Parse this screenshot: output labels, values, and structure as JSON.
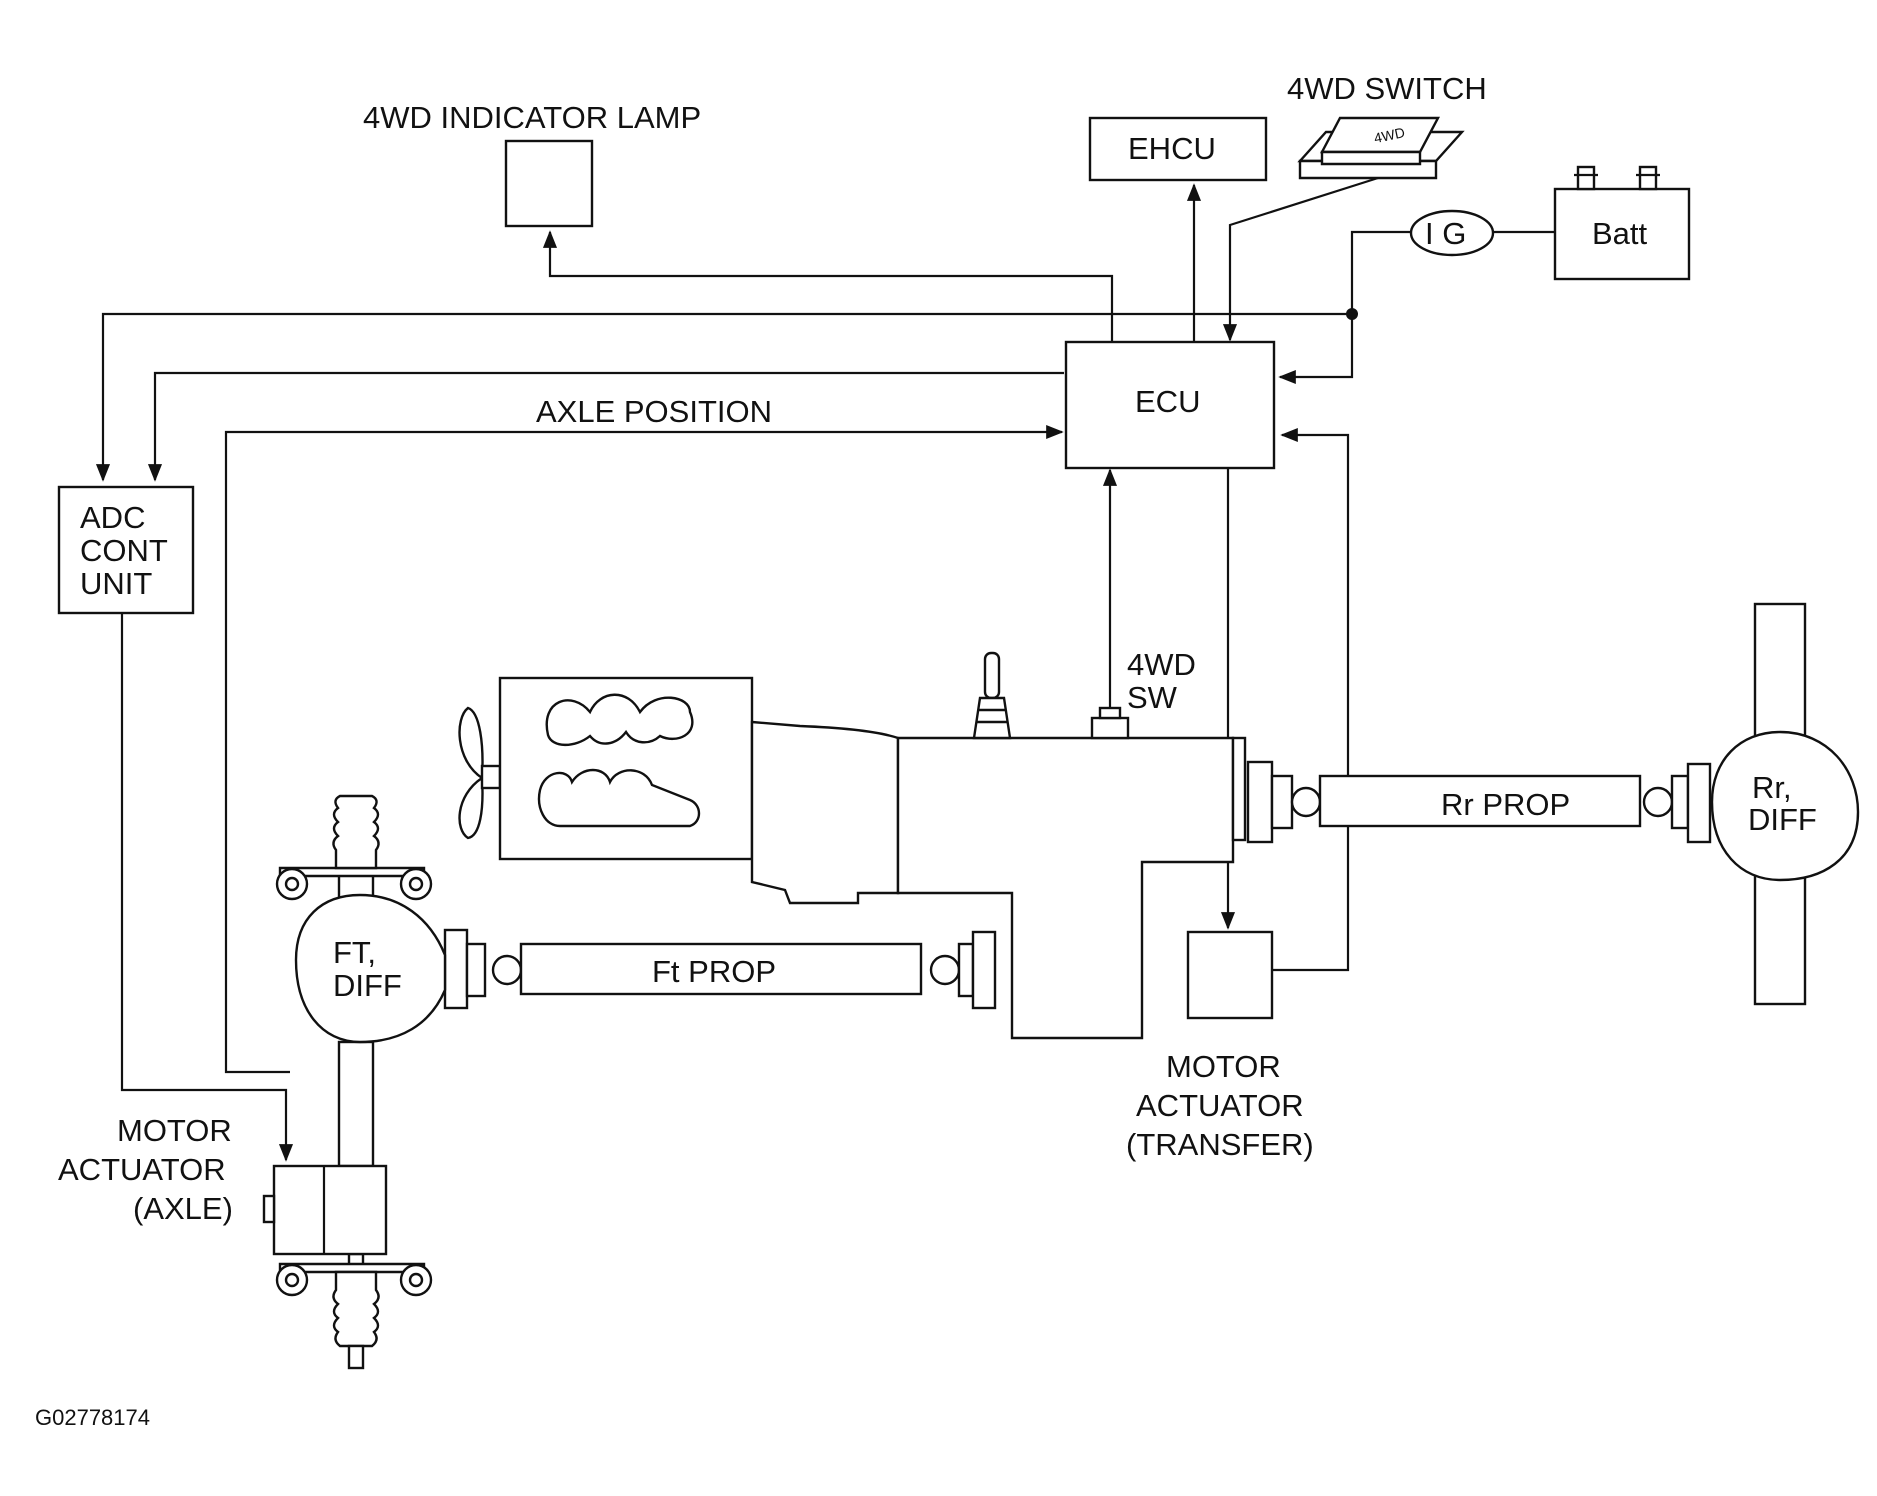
{
  "labels": {
    "indicator_lamp": "4WD INDICATOR LAMP",
    "ehcu": "EHCU",
    "switch": "4WD SWITCH",
    "switch_face": "4WD",
    "ig": "I G",
    "batt": "Batt",
    "ecu": "ECU",
    "axle_position": "AXLE POSITION",
    "adc": [
      "ADC",
      "CONT",
      "UNIT"
    ],
    "sw4": [
      "4WD",
      "SW"
    ],
    "rr_prop": "Rr PROP",
    "rr_diff": [
      "Rr,",
      "DIFF"
    ],
    "ft_diff": [
      "FT,",
      "DIFF"
    ],
    "ft_prop": "Ft PROP",
    "motor_transfer": [
      "MOTOR",
      "ACTUATOR",
      "(TRANSFER)"
    ],
    "motor_axle": [
      "MOTOR",
      "ACTUATOR",
      "(AXLE)"
    ],
    "figure_id": "G02778174"
  }
}
